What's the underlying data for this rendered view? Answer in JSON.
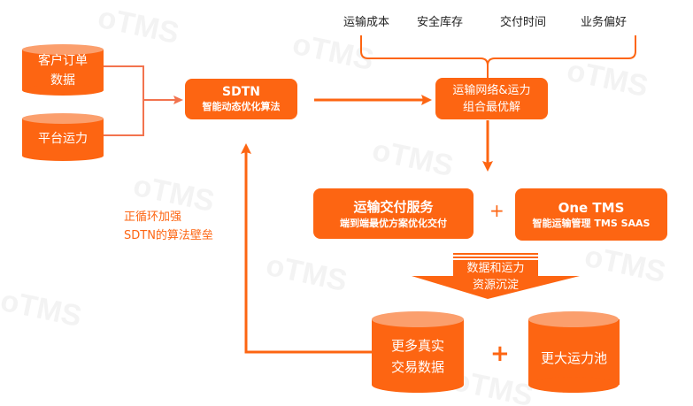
{
  "watermark": "oTMS",
  "factors": [
    "运输成本",
    "安全库存",
    "交付时间",
    "业务偏好"
  ],
  "inputs": {
    "orders": [
      "客户订单",
      "数据"
    ],
    "capacity": "平台运力"
  },
  "sdtn": {
    "title": "SDTN",
    "subtitle": "智能动态优化算法"
  },
  "optimal": {
    "line1": "运输网络&运力",
    "line2": "组合最优解"
  },
  "delivery": {
    "title": "运输交付服务",
    "subtitle": "端到端最优方案优化交付"
  },
  "onetms": {
    "title": "One TMS",
    "subtitle": "智能运输管理 TMS SAAS"
  },
  "plus": "+",
  "sediment": {
    "line1": "数据和运力",
    "line2": "资源沉淀"
  },
  "outputs": {
    "data": [
      "更多真实",
      "交易数据"
    ],
    "pool": "更大运力池"
  },
  "loop_note": [
    "正循环加强",
    "SDTN的算法壁垒"
  ],
  "colors": {
    "accent": "#fd6512",
    "cylinder_top": "#fb9f6d",
    "line": "#f2734e"
  }
}
